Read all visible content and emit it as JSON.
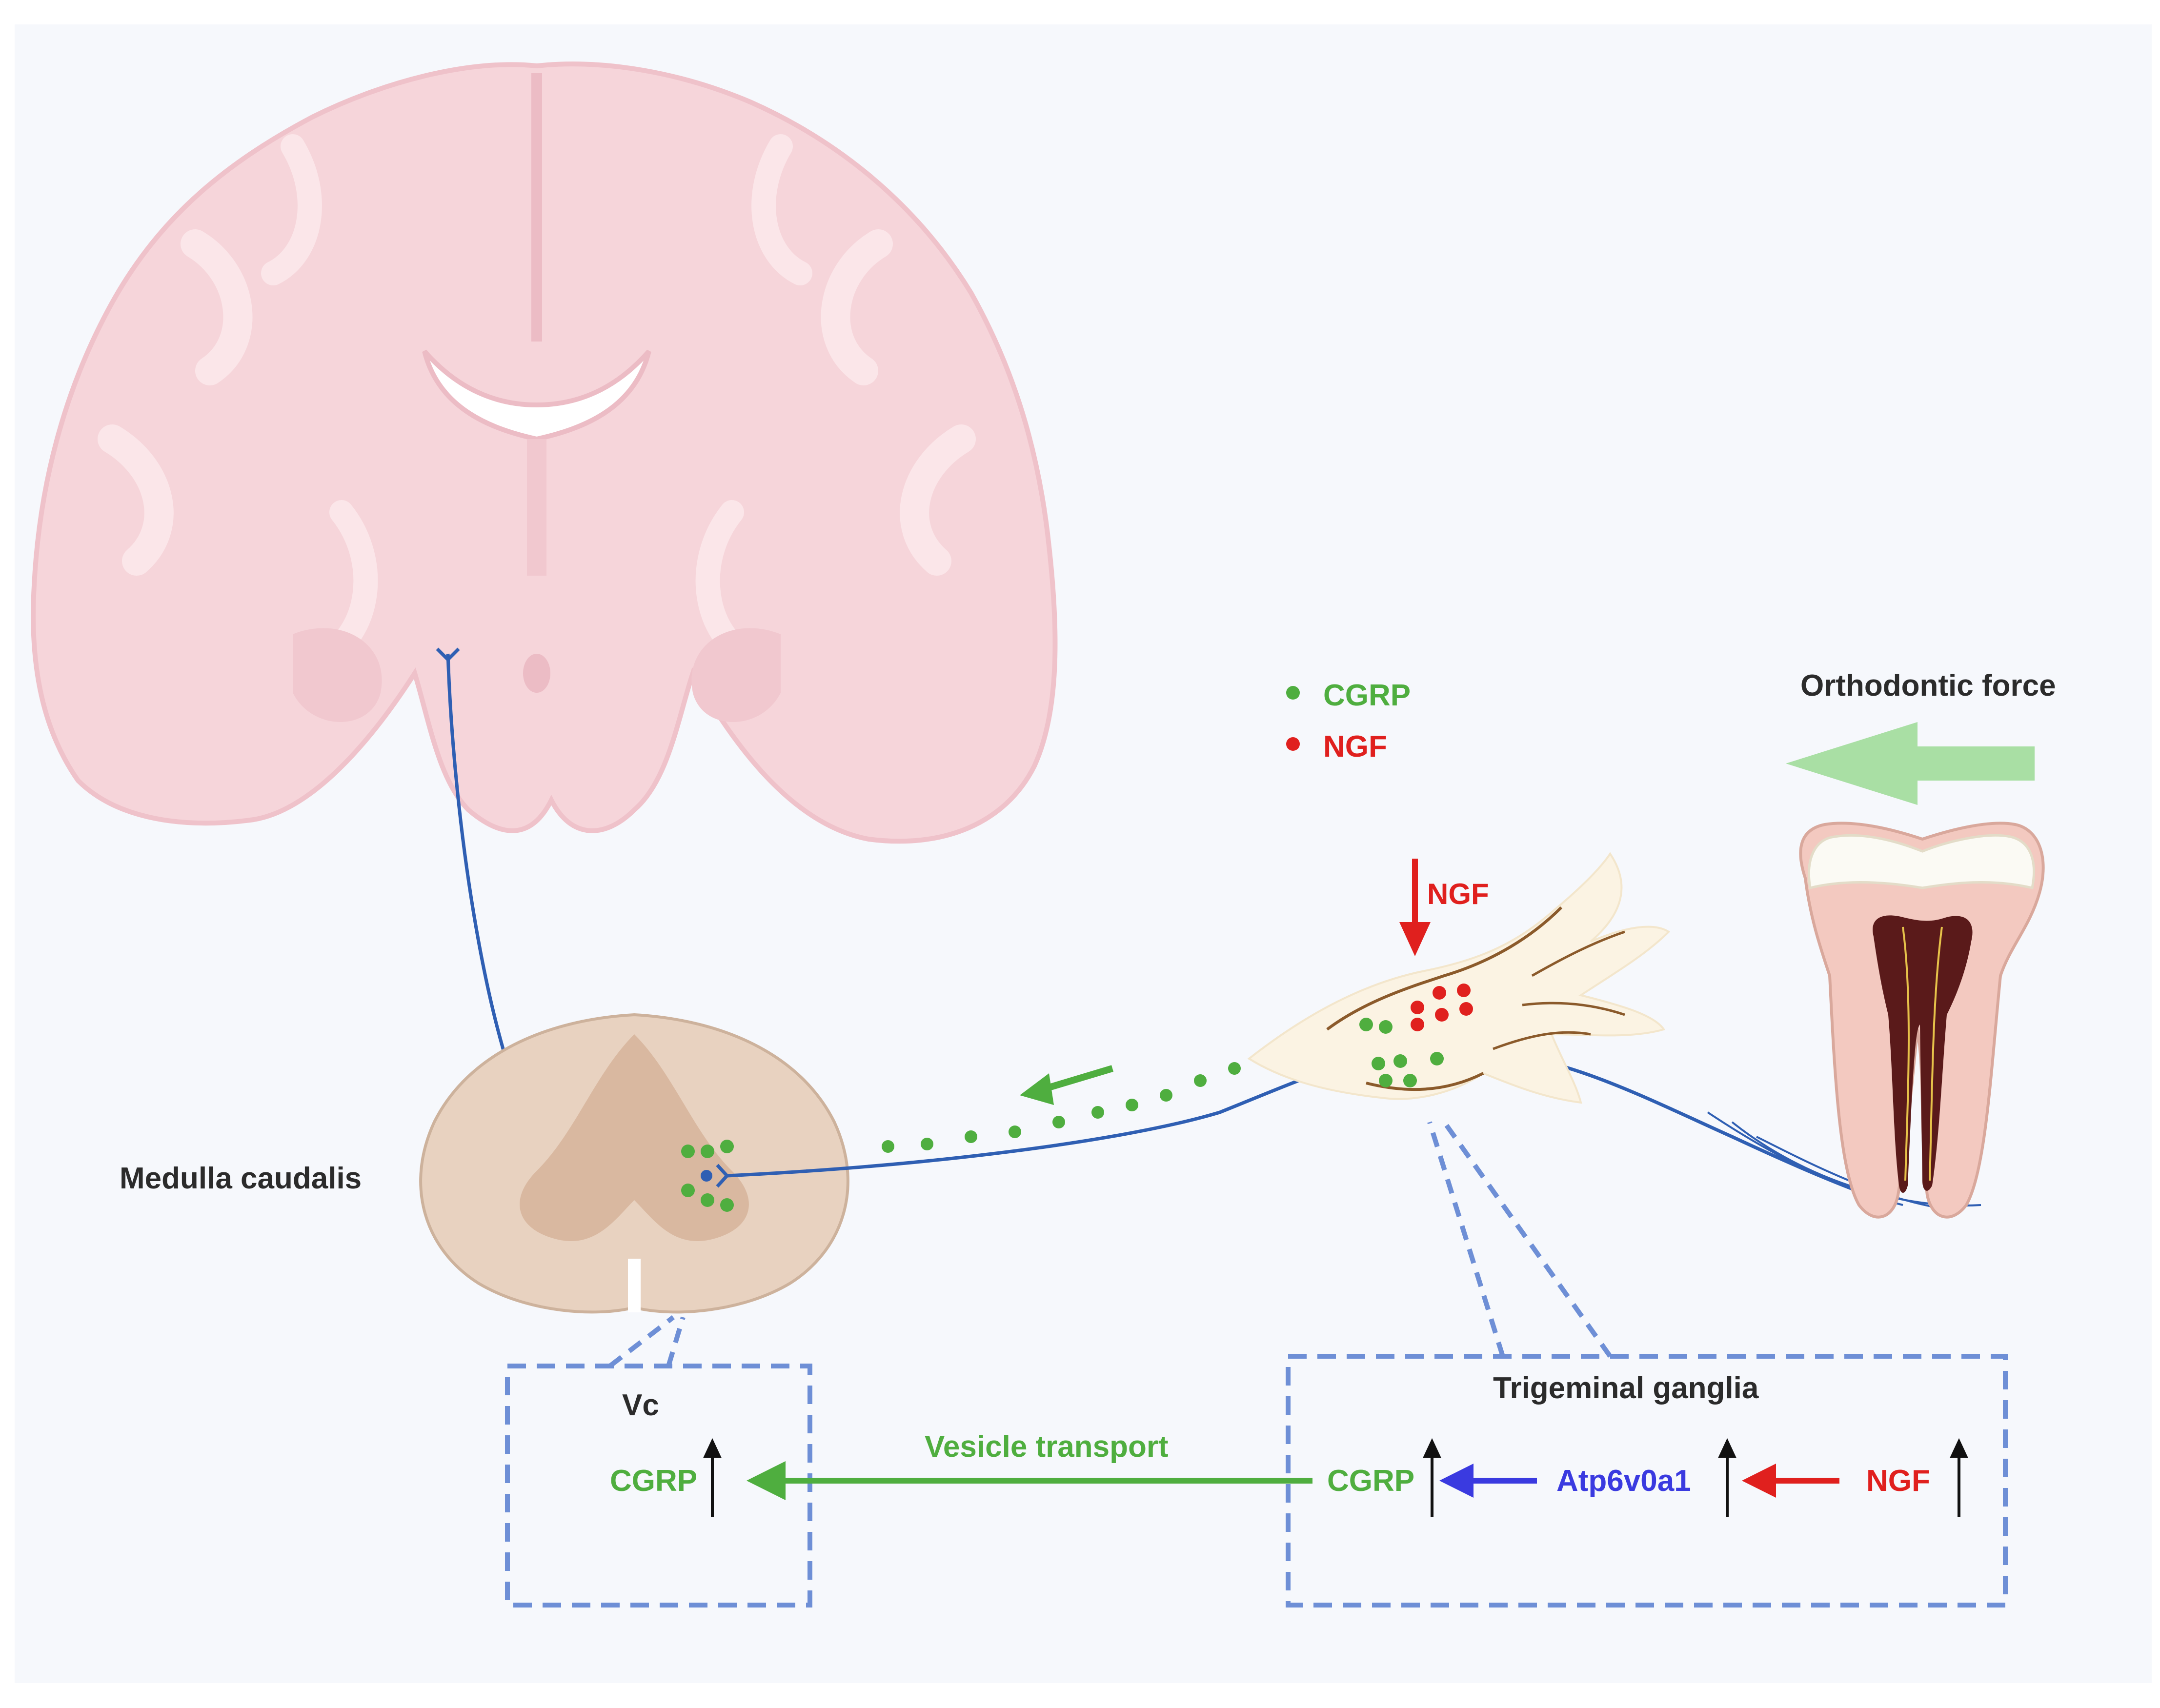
{
  "labels": {
    "orthodontic_force": "Orthodontic force",
    "legend_cgrp": "CGRP",
    "legend_ngf": "NGF",
    "ngf_arrow": "NGF",
    "medulla": "Medulla caudalis",
    "vc_title": "Vc",
    "vc_cgrp": "CGRP",
    "vesicle": "Vesicle transport",
    "tg_title": "Trigeminal ganglia",
    "tg_cgrp": "CGRP",
    "tg_atp": "Atp6v0a1",
    "tg_ngf": "NGF"
  },
  "colors": {
    "background": "#f6f8fc",
    "brain": "#f6d5da",
    "brain_outline": "#efc2ca",
    "spinal": "#e8d2c0",
    "spinal_inner": "#d9b8a0",
    "nerve": "#2f5fb3",
    "cgrp_green": "#4fae3f",
    "ngf_red": "#e0201e",
    "atp_blue": "#3a3ae0",
    "dash_box": "#6e8fd6",
    "force_arrow": "#a9dfa4"
  }
}
